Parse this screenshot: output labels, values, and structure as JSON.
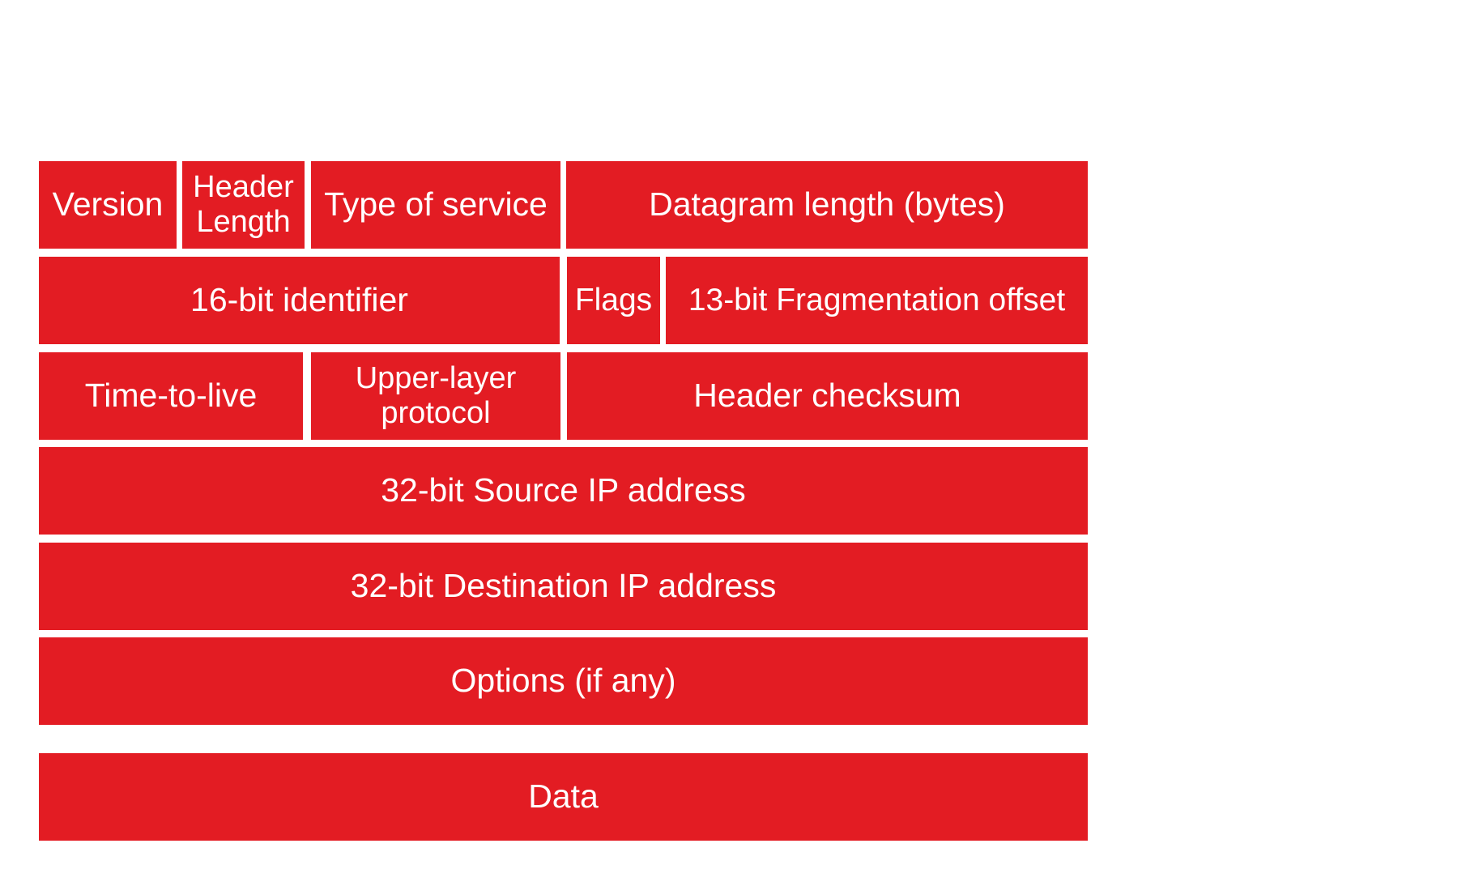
{
  "colors": {
    "field_fill": "#e31c23",
    "field_text": "#ffffff",
    "background": "#ffffff"
  },
  "rows": [
    {
      "fields": [
        {
          "label": "Version"
        },
        {
          "label": "Header\nLength"
        },
        {
          "label": "Type of service"
        },
        {
          "label": "Datagram length (bytes)"
        }
      ]
    },
    {
      "fields": [
        {
          "label": "16-bit identifier"
        },
        {
          "label": "Flags"
        },
        {
          "label": "13-bit Fragmentation offset"
        }
      ]
    },
    {
      "fields": [
        {
          "label": "Time-to-live"
        },
        {
          "label": "Upper-layer\nprotocol"
        },
        {
          "label": "Header checksum"
        }
      ]
    },
    {
      "fields": [
        {
          "label": "32-bit Source IP address"
        }
      ]
    },
    {
      "fields": [
        {
          "label": "32-bit Destination IP address"
        }
      ]
    },
    {
      "fields": [
        {
          "label": "Options (if any)"
        }
      ]
    },
    {
      "fields": [
        {
          "label": "Data"
        }
      ]
    }
  ]
}
